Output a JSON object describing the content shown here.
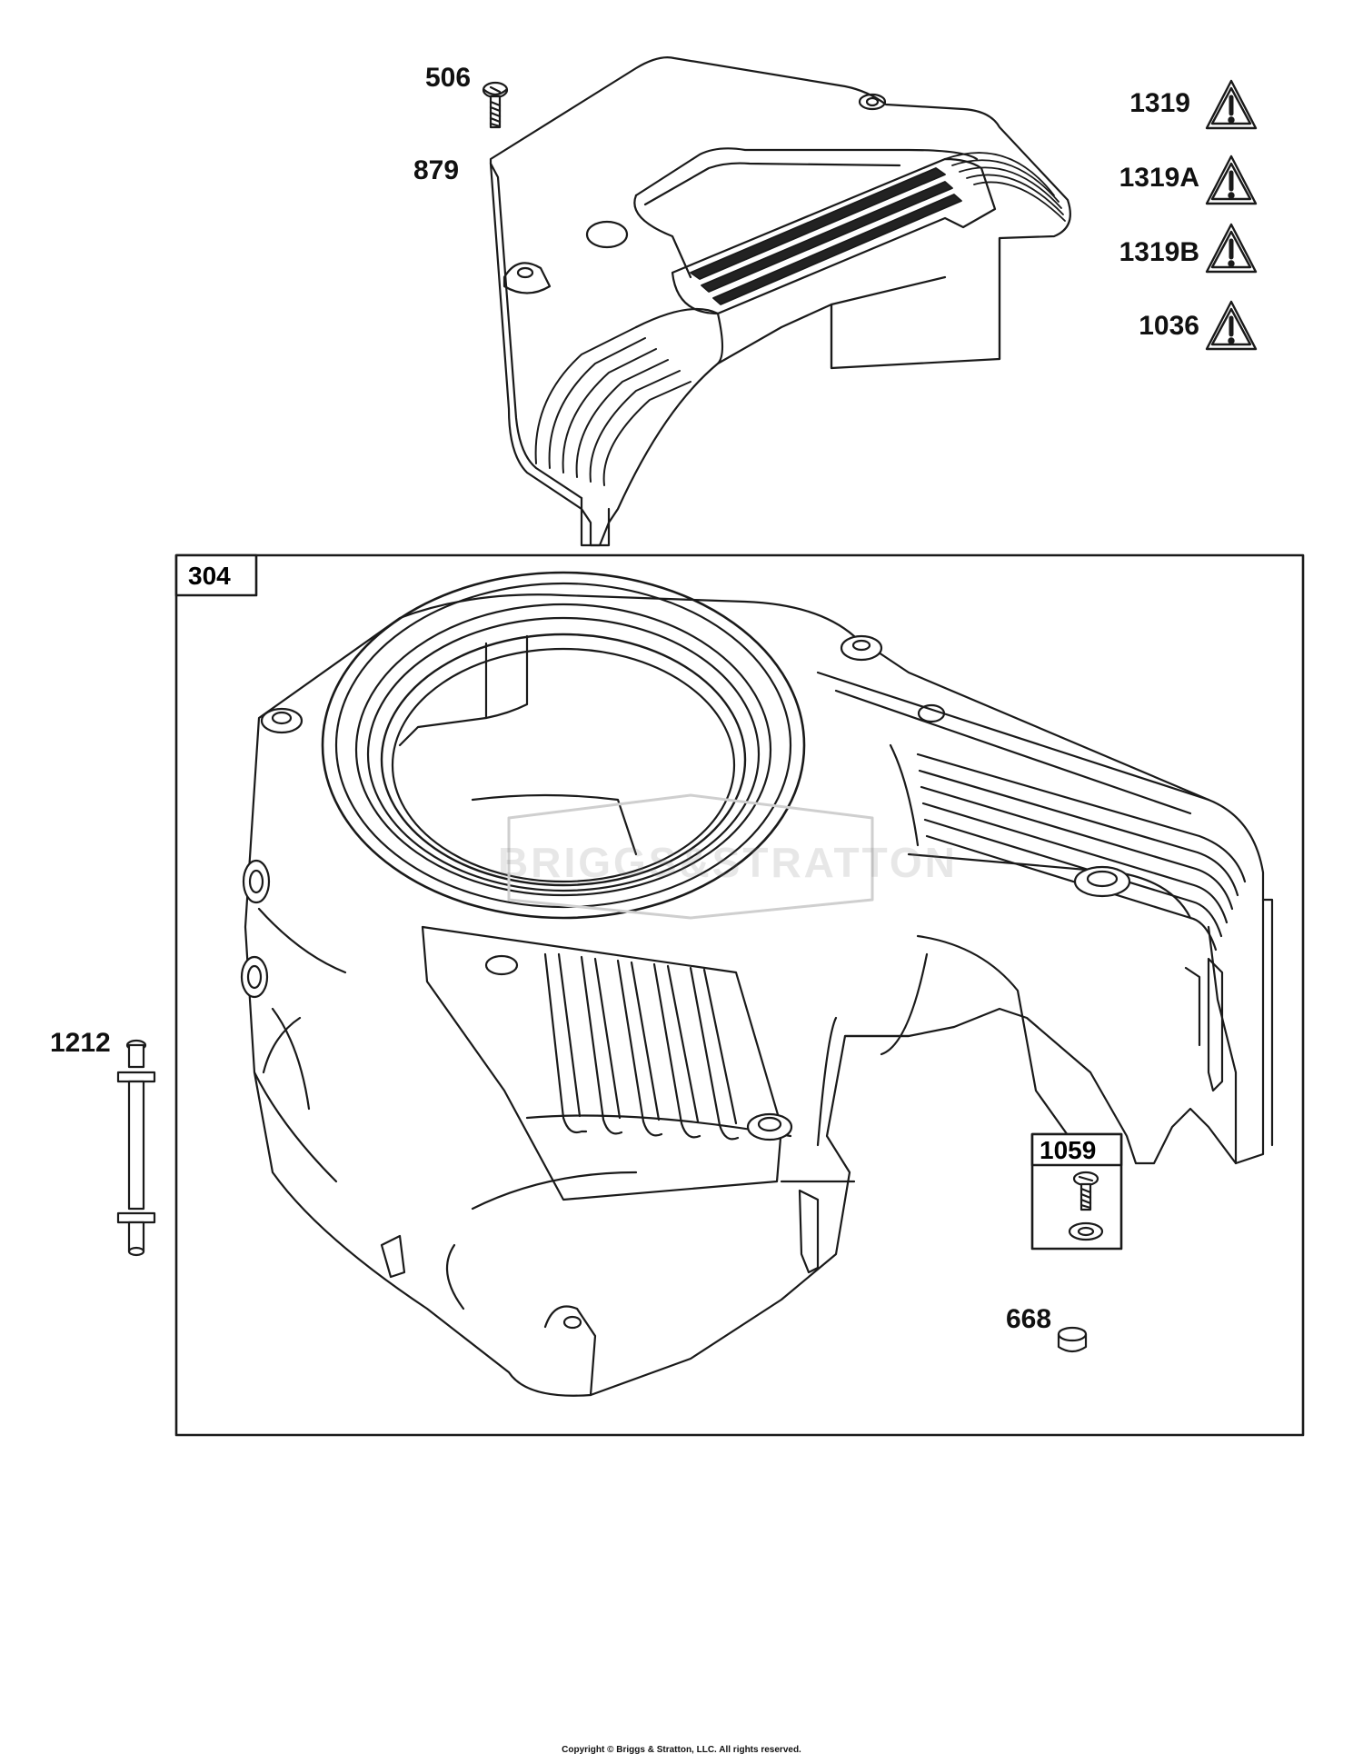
{
  "diagram": {
    "labels": {
      "p506": "506",
      "p879": "879",
      "p1212": "1212",
      "p668": "668"
    },
    "warnings": [
      {
        "label": "1319",
        "icon": "warning-triangle-icon"
      },
      {
        "label": "1319A",
        "icon": "warning-triangle-icon"
      },
      {
        "label": "1319B",
        "icon": "warning-triangle-icon"
      },
      {
        "label": "1036",
        "icon": "warning-triangle-icon"
      }
    ],
    "boxes": {
      "b304": "304",
      "b1059": "1059"
    },
    "watermark": "BRIGGS&STRATTON",
    "copyright": "Copyright © Briggs & Stratton, LLC. All rights reserved."
  },
  "colors": {
    "line": "#1a1a1a",
    "background": "#ffffff",
    "watermark": "#bdbdbd"
  }
}
